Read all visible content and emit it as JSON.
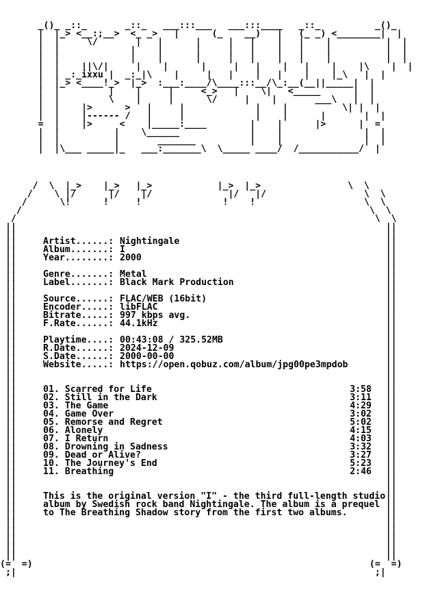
{
  "release": {
    "fields_group1": [
      {
        "label": "Artist......:",
        "value": "Nightingale"
      },
      {
        "label": "Album.......:",
        "value": "I"
      },
      {
        "label": "Year........:",
        "value": "2000"
      }
    ],
    "fields_group2": [
      {
        "label": "Genre.......:",
        "value": "Metal"
      },
      {
        "label": "Label.......:",
        "value": "Black Mark Production"
      }
    ],
    "fields_group3": [
      {
        "label": "Source......:",
        "value": "FLAC/WEB (16bit)"
      },
      {
        "label": "Encoder.....:",
        "value": "libFLAC"
      },
      {
        "label": "Bitrate.....:",
        "value": "997 kbps avg."
      },
      {
        "label": "F.Rate......:",
        "value": "44.1kHz"
      }
    ],
    "fields_group4": [
      {
        "label": "Playtime....:",
        "value": "00:43:08 / 325.52MB"
      },
      {
        "label": "R.Date......:",
        "value": "2024-12-09"
      },
      {
        "label": "S.Date......:",
        "value": "2000-00-00"
      },
      {
        "label": "Website.....:",
        "value": "https://open.qobuz.com/album/jpg00pe3mpdob"
      }
    ]
  },
  "tracks": [
    {
      "title": "01. Scarred for Life",
      "time": "3:58"
    },
    {
      "title": "02. Still in the Dark",
      "time": "3:11"
    },
    {
      "title": "03. The Game",
      "time": "4:29"
    },
    {
      "title": "04. Game Over",
      "time": "3:02"
    },
    {
      "title": "05. Remorse and Regret",
      "time": "5:02"
    },
    {
      "title": "06. Alonely",
      "time": "4:15"
    },
    {
      "title": "07. I Return",
      "time": "4:03"
    },
    {
      "title": "08. Drowning in Sadness",
      "time": "3:32"
    },
    {
      "title": "09. Dead or Alive?",
      "time": "3:27"
    },
    {
      "title": "10. The Journey's End",
      "time": "5:23"
    },
    {
      "title": "11. Breathing",
      "time": "2:46"
    }
  ],
  "description": {
    "line1": "This is the original version \"I\" - the third full-length studio",
    "line2": "album by Swedish rock band Nightingale. The album is a prequel",
    "line3": "to The Breathing Shadow story from the first two albums."
  },
  "art": {
    "logo": "    _()_  _::_    _::_    ___:::___     ___:::____   _::_         _()_\n   |  |_> <__:;__>  (_  _)    |    (_    _)  |    (_ _)  <________|  |\n   |  |    \\/     |    |      |   |     |   |    |  |            |  |\n   |  |           |    |      |   |     |   |    |  |            |  |\n   |  |           |    |      |   |     |   |    |  |            |  |\n   |  |   ||\\/|   |    |      |   |     |   |    |  |    |\\      |  |\n   |  |  _||_ixxu | _:__|\\    |   |     |   |    |  |    |_\\     |  |\n   |  |_> <_____!__>  |_>  :_______:__/\\__:::___/\\_:_(__||_____|  |\n   |  |          |    |     |    <___>   |    \\|   <_______     |  |\n   |  |          \\    |     |     \\/     |    |        ___\\   |  |\n   |  |   |>      >   |     |            |    |           \\|  |  |\n   |  |   |------ /   |     |            |    |       |      |  |\n   =  |   |>     <    |_____:____        |    |       |>     |  =\n   |  |          |    \\______            |    |              |  |\n   |  |          |        _______        |    |              |  |\n   |  |\\___ _____|_    ___:_______\\ \\_____ ____/ /___________/  |\n"
  }
}
